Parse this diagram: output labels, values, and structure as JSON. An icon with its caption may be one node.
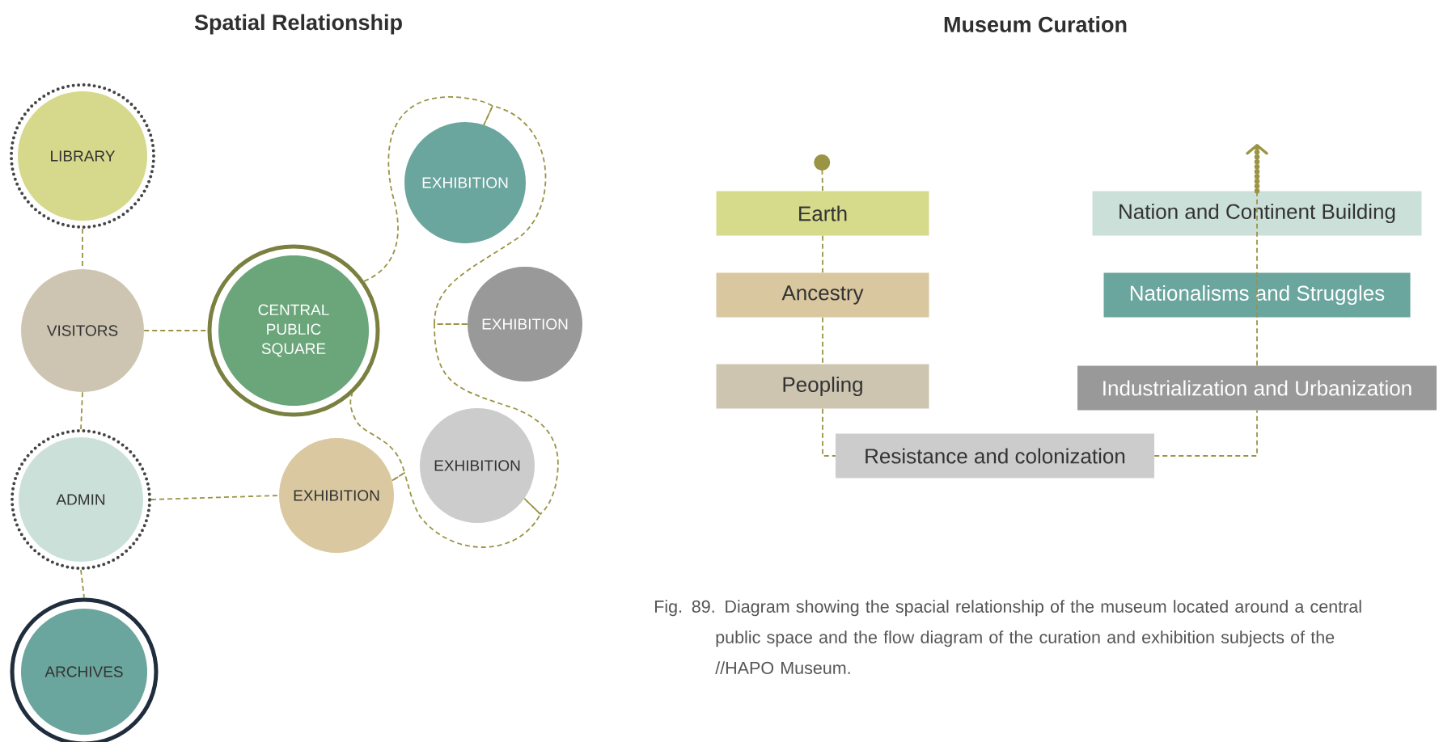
{
  "diagram": {
    "caption": "Fig. 89. Diagram showing the spacial relationship of the museum located around a central public space and the flow diagram of the curation and exhibition subjects of the //HAPO Museum.",
    "nodes": [
      {
        "text": [
          "LIBRARY"
        ]
      },
      {
        "text": [
          "VISITORS"
        ]
      },
      {
        "text": [
          "CENTRAL PUBLIC SQUARE"
        ]
      },
      {
        "text": [
          "EXHIBITION"
        ]
      },
      {
        "text": [
          "EXHIBITION"
        ]
      },
      {
        "text": [
          "EXHIBITION"
        ]
      },
      {
        "text": [
          "EXHIBITION"
        ]
      },
      {
        "text": [
          "ADMIN"
        ]
      },
      {
        "text": [
          "ARCHIVES"
        ]
      },
      {
        "text": [
          "Earth"
        ]
      },
      {
        "text": [
          "Ancestry"
        ]
      },
      {
        "text": [
          "Peopling"
        ]
      },
      {
        "text": [
          "Resistance and colonization"
        ]
      },
      {
        "text": [
          "Industrialization and Urbanization"
        ]
      },
      {
        "text": [
          "Nationalisms and Struggles"
        ]
      },
      {
        "text": [
          "Nation and Continent Building"
        ]
      }
    ],
    "edges": [
      {
        "from": 0,
        "to": 1,
        "arrow": "none"
      },
      {
        "from": 1,
        "to": 2,
        "arrow": "none"
      },
      {
        "from": 1,
        "to": 7,
        "arrow": "none"
      },
      {
        "from": 7,
        "to": 8,
        "arrow": "none"
      },
      {
        "from": 7,
        "to": 6,
        "arrow": "none"
      },
      {
        "from": 2,
        "to": 3,
        "arrow": "none"
      },
      {
        "from": 3,
        "to": 4,
        "arrow": "none"
      },
      {
        "from": 4,
        "to": 5,
        "arrow": "none"
      },
      {
        "from": 5,
        "to": 6,
        "arrow": "none"
      },
      {
        "from": 6,
        "to": 2,
        "arrow": "none"
      },
      {
        "from": null,
        "to": 9,
        "arrow": "other"
      },
      {
        "from": 9,
        "to": 10,
        "arrow": "none"
      },
      {
        "from": 10,
        "to": 11,
        "arrow": "none"
      },
      {
        "from": 11,
        "to": 12,
        "arrow": "none"
      },
      {
        "from": 12,
        "to": 13,
        "arrow": "none"
      },
      {
        "from": 13,
        "to": 14,
        "arrow": "none"
      },
      {
        "from": 14,
        "to": 15,
        "arrow": "none"
      },
      {
        "from": 15,
        "to": null,
        "arrow": "to",
        "style": "dashed"
      }
    ],
    "labels": [
      "Spatial Relationship",
      "Museum Curation"
    ]
  }
}
